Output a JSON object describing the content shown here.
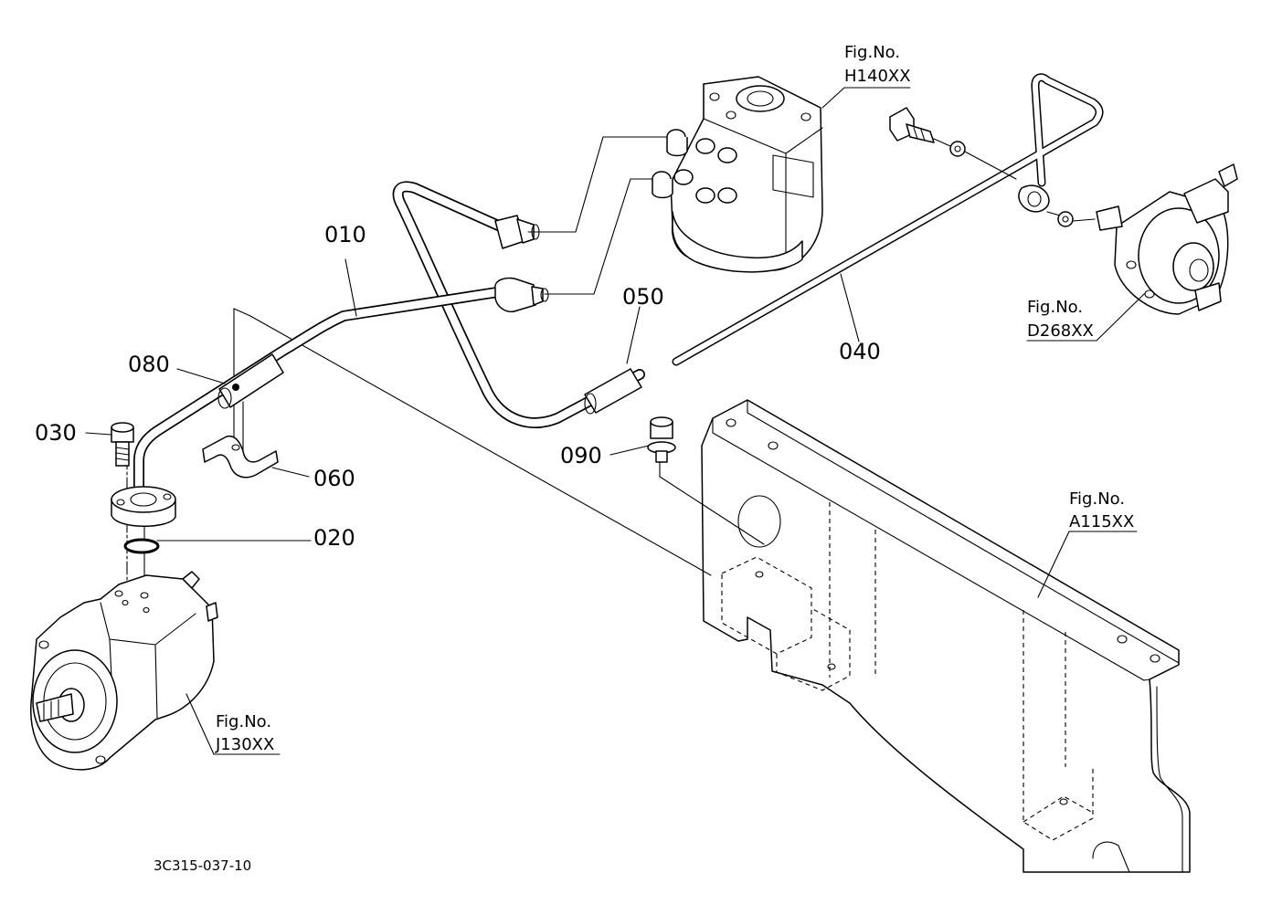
{
  "part_labels": [
    "010",
    "050",
    "040",
    "080",
    "030",
    "060",
    "090",
    "020"
  ],
  "fig_refs": [
    {
      "label": "Fig.No.",
      "code": "H140XX"
    },
    {
      "label": "Fig.No.",
      "code": "D268XX"
    },
    {
      "label": "Fig.No.",
      "code": "A115XX"
    },
    {
      "label": "Fig.No.",
      "code": "J130XX"
    }
  ],
  "diagram_code": "3C315-037-10"
}
